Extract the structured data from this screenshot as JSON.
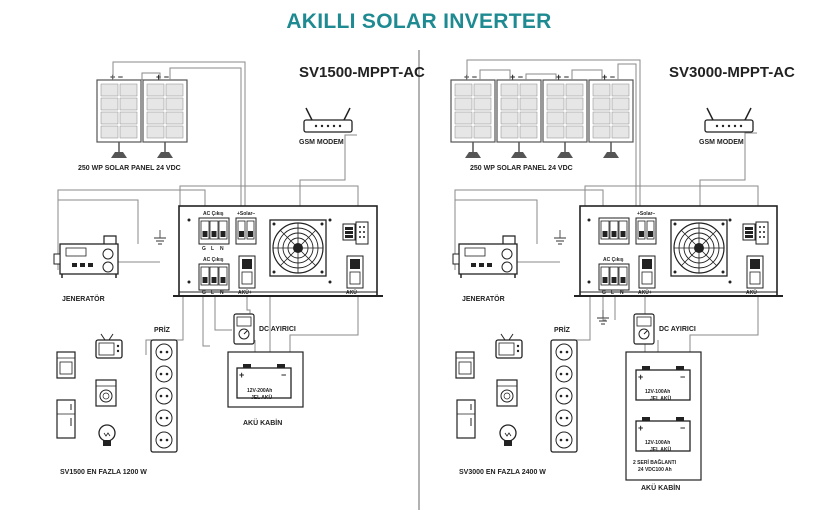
{
  "title": "AKILLI SOLAR INVERTER",
  "left": {
    "model": "SV1500-MPPT-AC",
    "solar_panel_label": "250 WP SOLAR PANEL 24 VDC",
    "gsm_modem_label": "GSM MODEM",
    "generator_label": "JENERATÖR",
    "priz_label": "PRİZ",
    "dc_breaker_label": "DC AYIRICI",
    "battery_text_1": "12V-200Ah",
    "battery_text_2": "JEL AKÜ",
    "battery_cabinet_label": "AKÜ KABİN",
    "max_power_label": "SV1500 EN FAZLA 1200 W",
    "ac_in_label": "AC Çıkış",
    "ac_out_label": "AC Çıkış",
    "solar_terminal_label": "+Solar−",
    "aku_plus": "AKÜ+",
    "aku_minus": "AKÜ−",
    "gln": [
      "G",
      "L",
      "N"
    ]
  },
  "right": {
    "model": "SV3000-MPPT-AC",
    "solar_panel_label": "250 WP SOLAR PANEL 24 VDC",
    "gsm_modem_label": "GSM MODEM",
    "generator_label": "JENERATÖR",
    "priz_label": "PRİZ",
    "dc_breaker_label": "DC AYIRICI",
    "battery1_text_1": "12V-100Ah",
    "battery1_text_2": "JEL AKÜ",
    "battery2_text_1": "12V-100Ah",
    "battery2_text_2": "JEL AKÜ",
    "series_note_1": "2 SERİ BAĞLANTI",
    "series_note_2": "24 VDC100 Ah",
    "battery_cabinet_label": "AKÜ KABİN",
    "max_power_label": "SV3000 EN FAZLA 2400 W",
    "ac_in_label": "AC Çıkış",
    "solar_terminal_label": "+Solar−",
    "aku_plus": "AKÜ+",
    "aku_minus": "AKÜ−",
    "gln": [
      "G",
      "L",
      "N"
    ]
  },
  "colors": {
    "title": "#1e8a91",
    "wire": "#8a8a8a",
    "panel": "#555555",
    "inverter": "#222222"
  }
}
